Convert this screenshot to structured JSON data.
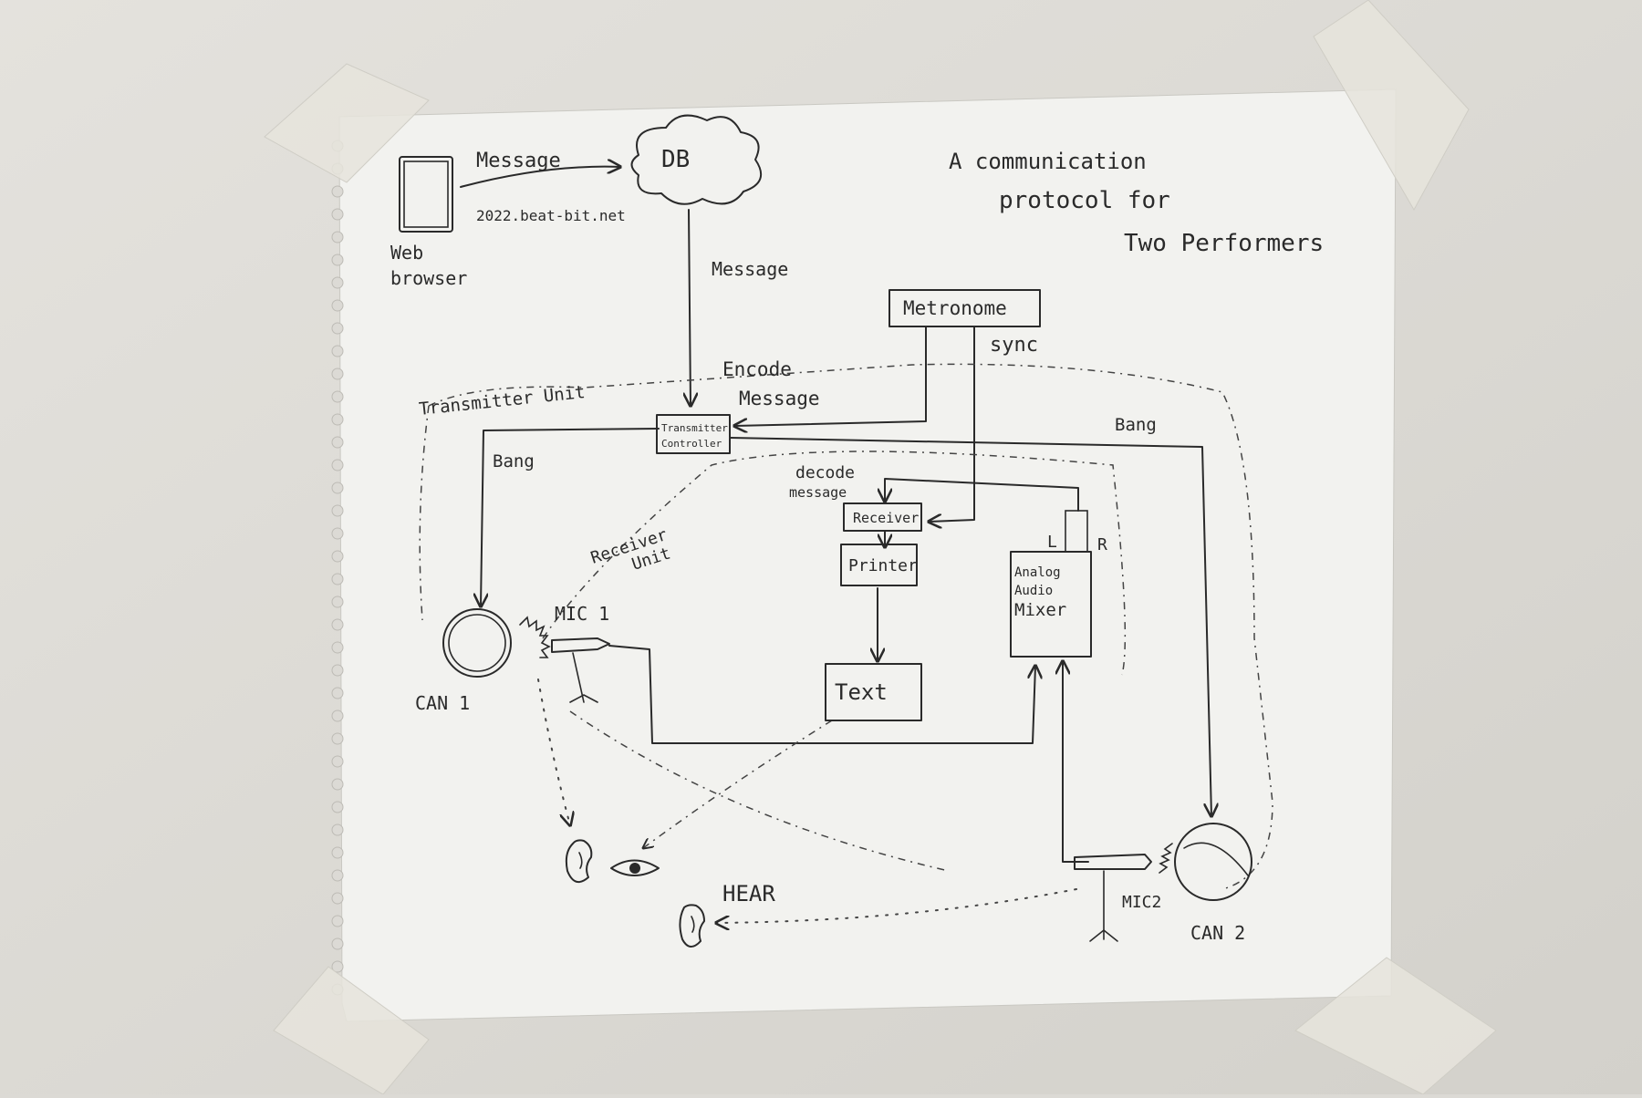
{
  "title": {
    "line1": "A communication",
    "line2": "protocol for",
    "line3": "Two Performers"
  },
  "nodes": {
    "web_browser": {
      "line1": "Web",
      "line2": "browser"
    },
    "db": "DB",
    "url": "2022.beat-bit.net",
    "metronome": "Metronome",
    "transmitter_controller": {
      "line1": "Transmitter",
      "line2": "Controller"
    },
    "receiver": "Receiver",
    "printer": "Printer",
    "text_box": "Text",
    "mixer": {
      "line1": "Analog",
      "line2": "Audio",
      "line3": "Mixer"
    },
    "can1": "CAN 1",
    "can2": "CAN 2",
    "mic1": "MIC 1",
    "mic2": "MIC2"
  },
  "labels": {
    "message_top": "Message",
    "message_down": "Message",
    "sync": "sync",
    "encode": {
      "line1": "Encode",
      "line2": "Message"
    },
    "decode": {
      "line1": "decode",
      "line2": "message"
    },
    "transmitter_unit": "Transmitter Unit",
    "receiver_unit": {
      "line1": "Receiver",
      "line2": "Unit"
    },
    "bang_left": "Bang",
    "bang_right": "Bang",
    "mixer_l": "L",
    "mixer_r": "R",
    "hear": "HEAR"
  },
  "icons": [
    "ear-icon",
    "eye-icon",
    "ear-icon",
    "microphone-icon",
    "can-icon"
  ]
}
